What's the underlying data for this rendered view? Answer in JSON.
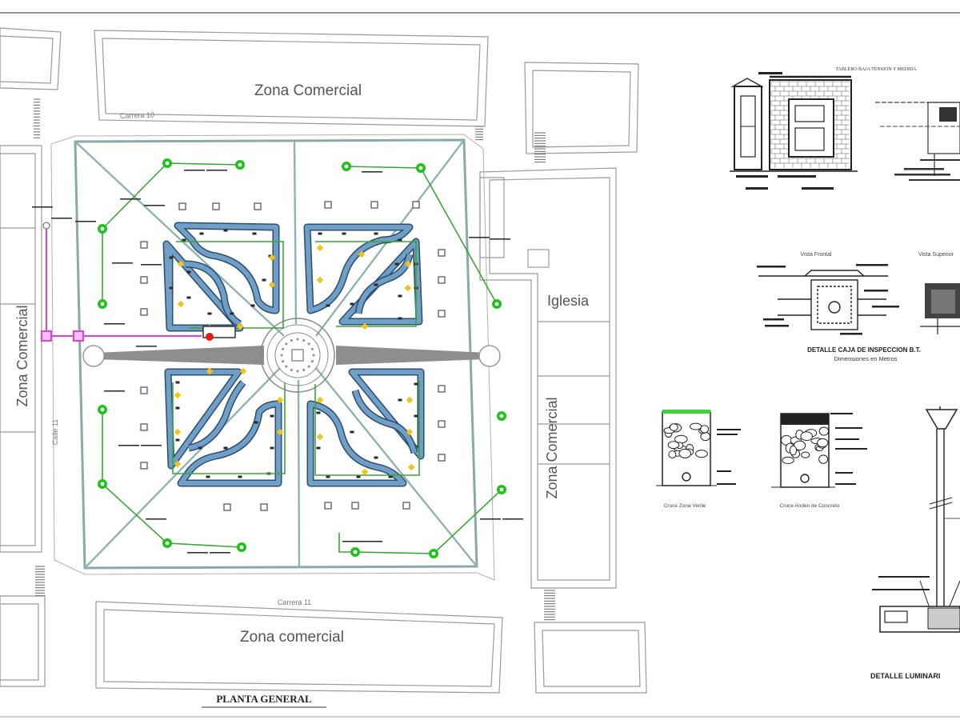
{
  "zones": {
    "top": "Zona Comercial",
    "left": "Zona Comercial",
    "right": "Zona Comercial",
    "bottom": "Zona comercial",
    "church": "Iglesia"
  },
  "streets": {
    "top": "Carrera 10",
    "bottom": "Carrera 11",
    "left": "Calle 11"
  },
  "plan_title": "PLANTA GENERAL",
  "details": {
    "tablero_title": "TABLERO BAJA TENSION Y MEDIDA",
    "vista_frontal": "Vista Frontal",
    "vista_superior": "Vista Superior",
    "caja_title": "DETALLE CAJA DE INSPECCION B.T.",
    "caja_sub": "Dimensiones en Metros",
    "cruce_verde": "Cruce Zona Verde",
    "cruce_anden": "Cruce Anden de Concreto",
    "luminaria_title": "DETALLE LUMINARI"
  },
  "colors": {
    "planter_fill": "#6f9ec7",
    "planter_edge": "#2c4d6e",
    "diagonal": "#8fb3b3",
    "circuit": "#3aa635",
    "luminaire": "#21c11d",
    "feeder": "#e23ee0",
    "marker": "#f2c318"
  }
}
